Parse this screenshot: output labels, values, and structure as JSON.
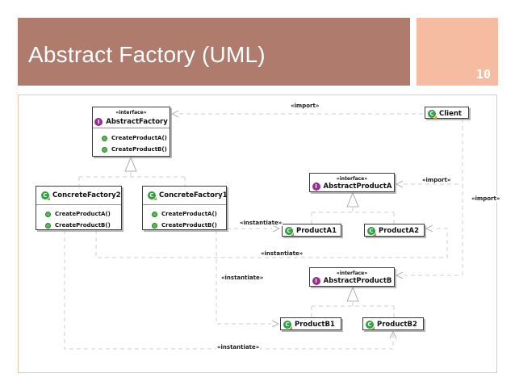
{
  "slide": {
    "title": "Abstract Factory (UML)",
    "page_number": "10",
    "colors": {
      "title_bar": "#ae7b6c",
      "page_number_box": "#f5bca1",
      "panel_border": "#f0c3ab"
    }
  },
  "diagram": {
    "icons": {
      "interface": "I",
      "class": "C"
    },
    "nodes": {
      "abstract_factory": {
        "stereotype": "«interface»",
        "name": "AbstractFactory",
        "methods": [
          "CreateProductA()",
          "CreateProductB()"
        ]
      },
      "client": {
        "name": "Client"
      },
      "concrete_factory2": {
        "name": "ConcreteFactory2",
        "methods": [
          "CreateProductA()",
          "CreateProductB()"
        ]
      },
      "concrete_factory1": {
        "name": "ConcreteFactory1",
        "methods": [
          "CreateProductA()",
          "CreateProductB()"
        ]
      },
      "abstract_product_a": {
        "stereotype": "«interface»",
        "name": "AbstractProductA"
      },
      "product_a1": {
        "name": "ProductA1"
      },
      "product_a2": {
        "name": "ProductA2"
      },
      "abstract_product_b": {
        "stereotype": "«interface»",
        "name": "AbstractProductB"
      },
      "product_b1": {
        "name": "ProductB1"
      },
      "product_b2": {
        "name": "ProductB2"
      }
    },
    "edge_labels": {
      "import_factory": "«import»",
      "import_product_a": "«import»",
      "import_product_b": "«import»",
      "instantiate_a1": "«instantiate»",
      "instantiate_a2": "«instantiate»",
      "instantiate_b1": "«instantiate»",
      "instantiate_b2": "«instantiate»"
    }
  }
}
